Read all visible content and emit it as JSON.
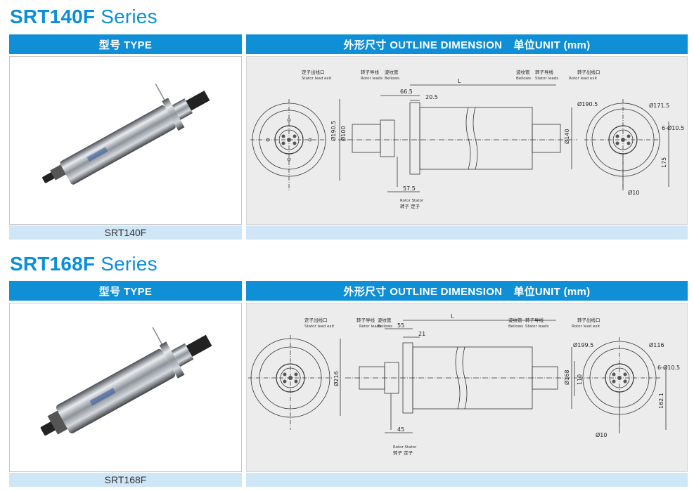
{
  "sections": [
    {
      "title_bold": "SRT140F",
      "title_suffix": "Series",
      "type_header": "型号 TYPE",
      "dim_header_main": "外形尺寸 OUTLINE DIMENSION",
      "dim_header_unit": "单位UNIT (mm)",
      "model": "SRT140F",
      "drawing": {
        "stator_lead_cn": "定子出线口",
        "stator_lead_en": "Stator lead exit",
        "rotor_leads_cn": "转子导线",
        "rotor_leads_en": "Rotor leads",
        "bellows_cn": "波纹管",
        "bellows_en": "Bellows",
        "stator_leads_cn": "转子导线",
        "stator_leads_en": "Stator leads",
        "rotor_lead_exit_cn": "转子出线口",
        "rotor_lead_exit_en": "Rotor lead exit",
        "rotor_stator_en": "Rotor Stator",
        "rotor_stator_cn": "转子 定子",
        "L": "L",
        "d1": "66.5",
        "d2": "20.5",
        "d3": "57.5",
        "dia_a": "Ø190.5",
        "dia_b": "Ø100",
        "dia_c": "Ø140",
        "r_dia1": "Ø190.5",
        "r_dia2": "Ø171.5",
        "holes": "6-Ø10.5",
        "h": "175",
        "shaft": "Ø10"
      }
    },
    {
      "title_bold": "SRT168F",
      "title_suffix": "Series",
      "type_header": "型号 TYPE",
      "dim_header_main": "外形尺寸 OUTLINE DIMENSION",
      "dim_header_unit": "单位UNIT (mm)",
      "model": "SRT168F",
      "drawing": {
        "stator_lead_cn": "定子出线口",
        "stator_lead_en": "Stator lead exit",
        "rotor_leads_cn": "转子导线",
        "rotor_leads_en": "Rotor leads",
        "bellows_cn": "波纹管",
        "bellows_en": "Bellows",
        "stator_leads_cn": "转子导线",
        "stator_leads_en": "Stator leads",
        "rotor_lead_exit_cn": "转子出线口",
        "rotor_lead_exit_en": "Rotor lead exit",
        "rotor_stator_en": "Rotor Stator",
        "rotor_stator_cn": "转子 定子",
        "L": "L",
        "d1": "55",
        "d2": "21",
        "d3": "45",
        "dia_a": "Ø216",
        "dia_b": "Ø168",
        "dia_c": "110",
        "r_dia1": "Ø199.5",
        "r_dia2": "Ø116",
        "holes": "6-Ø10.5",
        "h": "162.1",
        "shaft": "Ø10"
      }
    }
  ]
}
